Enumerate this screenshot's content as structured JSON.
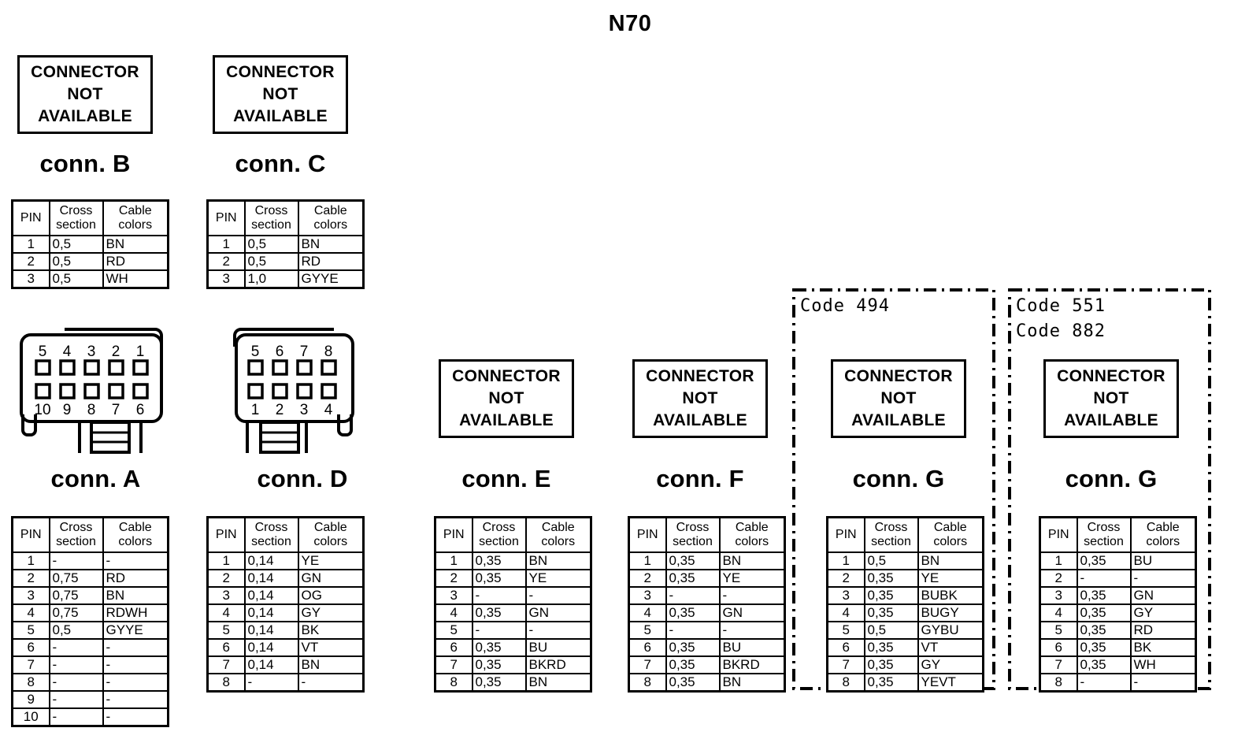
{
  "title": "N70",
  "labels": {
    "connector_not_available": [
      "CONNECTOR",
      "NOT",
      "AVAILABLE"
    ],
    "conn_a": "conn. A",
    "conn_b": "conn. B",
    "conn_c": "conn. C",
    "conn_d": "conn. D",
    "conn_e": "conn. E",
    "conn_f": "conn. F",
    "conn_g1": "conn. G",
    "conn_g2": "conn. G"
  },
  "table_headers": {
    "pin": "PIN",
    "cross_section_1": "Cross",
    "cross_section_2": "section",
    "cable_colors_1": "Cable",
    "cable_colors_2": "colors"
  },
  "code_frames": {
    "frame1": {
      "codes": [
        "Code 494"
      ]
    },
    "frame2": {
      "codes": [
        "Code 551",
        "Code 882"
      ]
    }
  },
  "connector_drawings": {
    "conn_a": {
      "top_row": [
        "5",
        "4",
        "3",
        "2",
        "1"
      ],
      "bottom_row": [
        "10",
        "9",
        "8",
        "7",
        "6"
      ],
      "notch_side": "right"
    },
    "conn_d": {
      "top_row": [
        "5",
        "6",
        "7",
        "8"
      ],
      "bottom_row": [
        "1",
        "2",
        "3",
        "4"
      ],
      "notch_side": "left"
    }
  },
  "tables": {
    "conn_b": [
      {
        "pin": "1",
        "cs": "0,5",
        "cc": "BN"
      },
      {
        "pin": "2",
        "cs": "0,5",
        "cc": "RD"
      },
      {
        "pin": "3",
        "cs": "0,5",
        "cc": "WH"
      }
    ],
    "conn_c": [
      {
        "pin": "1",
        "cs": "0,5",
        "cc": "BN"
      },
      {
        "pin": "2",
        "cs": "0,5",
        "cc": "RD"
      },
      {
        "pin": "3",
        "cs": "1,0",
        "cc": "GYYE"
      }
    ],
    "conn_a": [
      {
        "pin": "1",
        "cs": "-",
        "cc": "-"
      },
      {
        "pin": "2",
        "cs": "0,75",
        "cc": "RD"
      },
      {
        "pin": "3",
        "cs": "0,75",
        "cc": "BN"
      },
      {
        "pin": "4",
        "cs": "0,75",
        "cc": "RDWH"
      },
      {
        "pin": "5",
        "cs": "0,5",
        "cc": "GYYE"
      },
      {
        "pin": "6",
        "cs": "-",
        "cc": "-"
      },
      {
        "pin": "7",
        "cs": "-",
        "cc": "-"
      },
      {
        "pin": "8",
        "cs": "-",
        "cc": "-"
      },
      {
        "pin": "9",
        "cs": "-",
        "cc": "-"
      },
      {
        "pin": "10",
        "cs": "-",
        "cc": "-"
      }
    ],
    "conn_d": [
      {
        "pin": "1",
        "cs": "0,14",
        "cc": "YE"
      },
      {
        "pin": "2",
        "cs": "0,14",
        "cc": "GN"
      },
      {
        "pin": "3",
        "cs": "0,14",
        "cc": "OG"
      },
      {
        "pin": "4",
        "cs": "0,14",
        "cc": "GY"
      },
      {
        "pin": "5",
        "cs": "0,14",
        "cc": "BK"
      },
      {
        "pin": "6",
        "cs": "0,14",
        "cc": "VT"
      },
      {
        "pin": "7",
        "cs": "0,14",
        "cc": "BN"
      },
      {
        "pin": "8",
        "cs": "-",
        "cc": "-"
      }
    ],
    "conn_e": [
      {
        "pin": "1",
        "cs": "0,35",
        "cc": "BN"
      },
      {
        "pin": "2",
        "cs": "0,35",
        "cc": "YE"
      },
      {
        "pin": "3",
        "cs": "-",
        "cc": "-"
      },
      {
        "pin": "4",
        "cs": "0,35",
        "cc": "GN"
      },
      {
        "pin": "5",
        "cs": "-",
        "cc": "-"
      },
      {
        "pin": "6",
        "cs": "0,35",
        "cc": "BU"
      },
      {
        "pin": "7",
        "cs": "0,35",
        "cc": "BKRD"
      },
      {
        "pin": "8",
        "cs": "0,35",
        "cc": "BN"
      }
    ],
    "conn_f": [
      {
        "pin": "1",
        "cs": "0,35",
        "cc": "BN"
      },
      {
        "pin": "2",
        "cs": "0,35",
        "cc": "YE"
      },
      {
        "pin": "3",
        "cs": "-",
        "cc": "-"
      },
      {
        "pin": "4",
        "cs": "0,35",
        "cc": "GN"
      },
      {
        "pin": "5",
        "cs": "-",
        "cc": "-"
      },
      {
        "pin": "6",
        "cs": "0,35",
        "cc": "BU"
      },
      {
        "pin": "7",
        "cs": "0,35",
        "cc": "BKRD"
      },
      {
        "pin": "8",
        "cs": "0,35",
        "cc": "BN"
      }
    ],
    "conn_g1": [
      {
        "pin": "1",
        "cs": "0,5",
        "cc": "BN"
      },
      {
        "pin": "2",
        "cs": "0,35",
        "cc": "YE"
      },
      {
        "pin": "3",
        "cs": "0,35",
        "cc": "BUBK"
      },
      {
        "pin": "4",
        "cs": "0,35",
        "cc": "BUGY"
      },
      {
        "pin": "5",
        "cs": "0,5",
        "cc": "GYBU"
      },
      {
        "pin": "6",
        "cs": "0,35",
        "cc": "VT"
      },
      {
        "pin": "7",
        "cs": "0,35",
        "cc": "GY"
      },
      {
        "pin": "8",
        "cs": "0,35",
        "cc": "YEVT"
      }
    ],
    "conn_g2": [
      {
        "pin": "1",
        "cs": "0,35",
        "cc": "BU"
      },
      {
        "pin": "2",
        "cs": "-",
        "cc": "-"
      },
      {
        "pin": "3",
        "cs": "0,35",
        "cc": "GN"
      },
      {
        "pin": "4",
        "cs": "0,35",
        "cc": "GY"
      },
      {
        "pin": "5",
        "cs": "0,35",
        "cc": "RD"
      },
      {
        "pin": "6",
        "cs": "0,35",
        "cc": "BK"
      },
      {
        "pin": "7",
        "cs": "0,35",
        "cc": "WH"
      },
      {
        "pin": "8",
        "cs": "-",
        "cc": "-"
      }
    ]
  },
  "colors": {
    "ink": "#000000",
    "paper": "#ffffff"
  }
}
